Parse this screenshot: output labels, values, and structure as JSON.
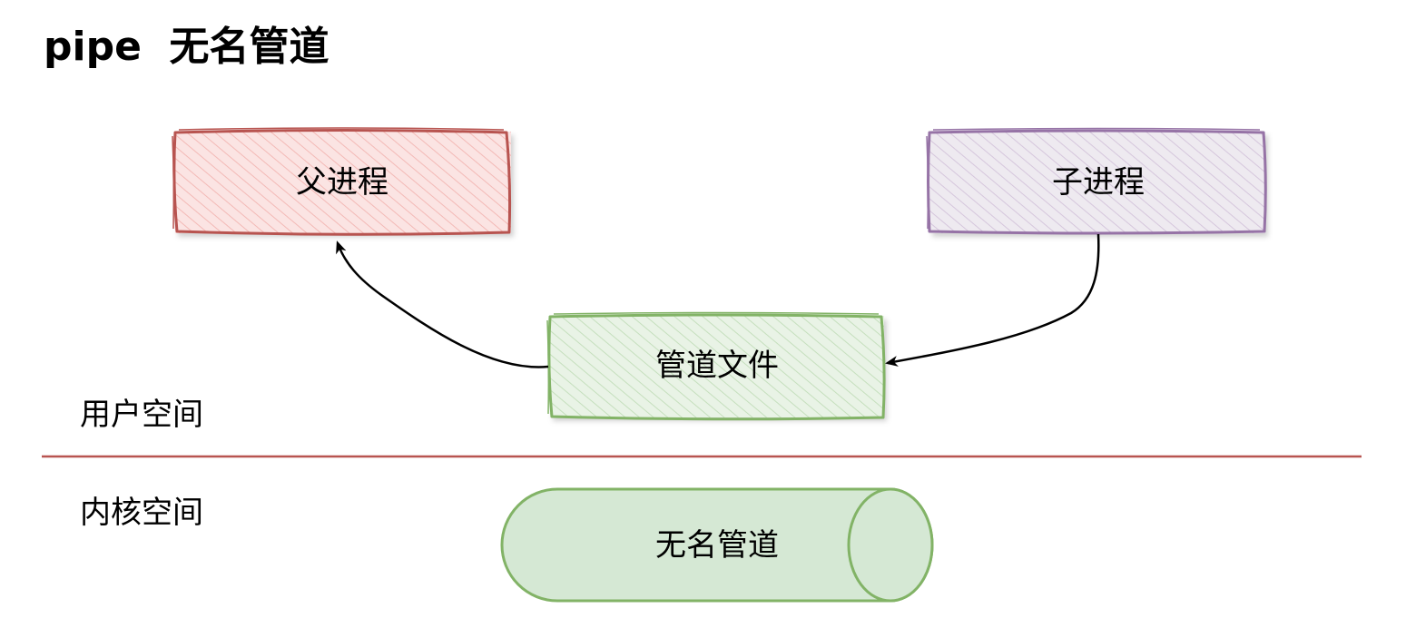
{
  "title": "pipe  无名管道",
  "regions": {
    "user_space": "用户空间",
    "kernel_space": "内核空间"
  },
  "nodes": {
    "parent_process": {
      "label": "父进程",
      "stroke": "#b85450",
      "fill": "#f8cecc"
    },
    "child_process": {
      "label": "子进程",
      "stroke": "#9673a6",
      "fill": "#e1d5e7"
    },
    "pipe_file": {
      "label": "管道文件",
      "stroke": "#82b366",
      "fill": "#d5e8d4"
    },
    "anonymous_pipe": {
      "label": "无名管道",
      "stroke": "#82b366",
      "fill": "#d5e8d4"
    }
  },
  "edges": [
    {
      "from": "pipe_file",
      "to": "parent_process"
    },
    {
      "from": "child_process",
      "to": "pipe_file"
    }
  ],
  "divider_color": "#b85450"
}
